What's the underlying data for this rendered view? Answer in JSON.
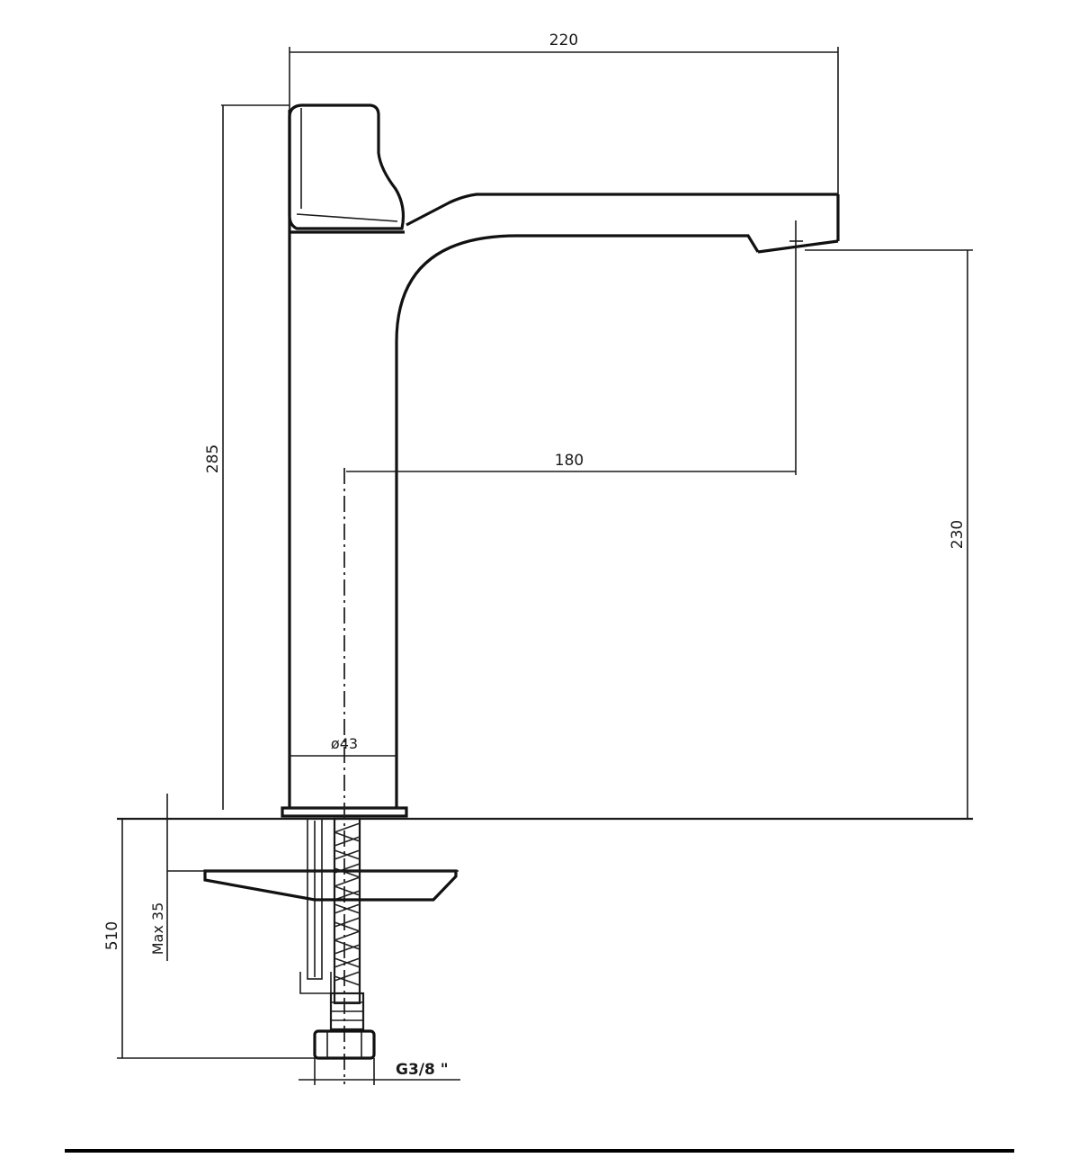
{
  "drawing": {
    "dimensions": {
      "spout_length": "220",
      "total_height": "285",
      "spout_reach": "180",
      "outlet_height": "230",
      "body_diameter": "ø43",
      "hose_length": "510",
      "deck_thickness": "Max 35",
      "thread": "G3/8 \""
    },
    "colors": {
      "line": "#1a1a1a",
      "background": "#ffffff"
    }
  }
}
